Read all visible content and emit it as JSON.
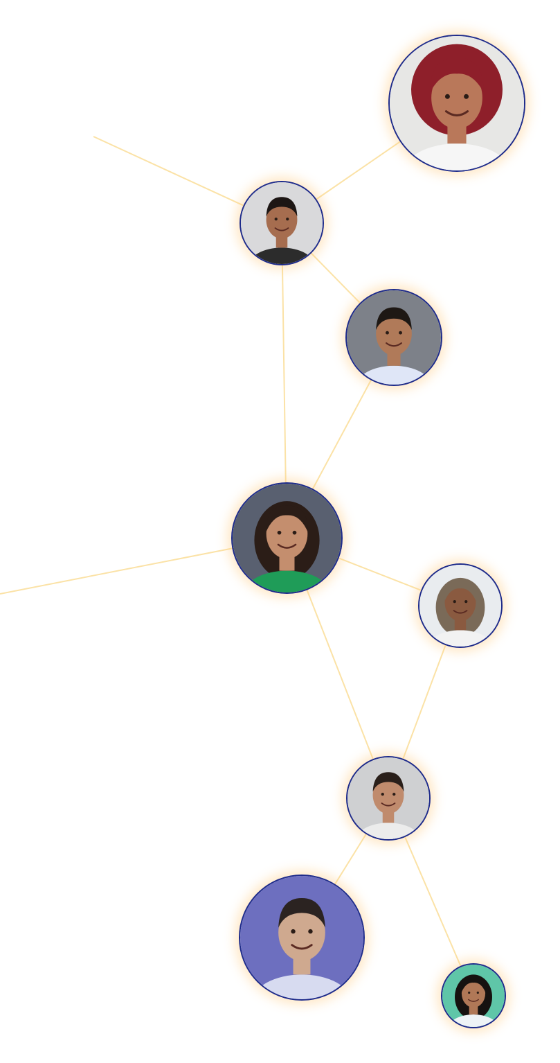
{
  "colors": {
    "line": "#fbe2a6",
    "ring": "#1e2b8a",
    "glow": "#ffcd82"
  },
  "avatars": [
    {
      "id": "a1",
      "icon": "person-avatar-icon",
      "bg": "#e7e7e5",
      "skin": "#b9785a",
      "hair": "#8e1f2a",
      "shirt": "#f6f6f6",
      "hair_style": "curly"
    },
    {
      "id": "a2",
      "icon": "person-avatar-icon",
      "bg": "#d9d9db",
      "skin": "#a66d4f",
      "hair": "#1d1614",
      "shirt": "#2c2c2c",
      "hair_style": "short"
    },
    {
      "id": "a3",
      "icon": "person-avatar-icon",
      "bg": "#7d8189",
      "skin": "#b07a59",
      "hair": "#1e1814",
      "shirt": "#dfe6f7",
      "hair_style": "short"
    },
    {
      "id": "a4",
      "icon": "person-avatar-icon",
      "bg": "#596070",
      "skin": "#c48e6e",
      "hair": "#2b1d17",
      "shirt": "#1f9c58",
      "hair_style": "wavy"
    },
    {
      "id": "a5",
      "icon": "person-avatar-icon",
      "bg": "#e9ecef",
      "skin": "#8a5a40",
      "hair": "#7a6a58",
      "shirt": "#f2f2f2",
      "hair_style": "braids"
    },
    {
      "id": "a6",
      "icon": "person-avatar-icon",
      "bg": "#cfd0d2",
      "skin": "#c08b6d",
      "hair": "#2a1f1a",
      "shirt": "#ececec",
      "hair_style": "short"
    },
    {
      "id": "a7",
      "icon": "person-avatar-icon",
      "bg": "#6d6fbf",
      "skin": "#cfa98f",
      "hair": "#2b2321",
      "shirt": "#d7dbf0",
      "hair_style": "short"
    },
    {
      "id": "a8",
      "icon": "person-avatar-icon",
      "bg": "#5fc6a8",
      "skin": "#b07857",
      "hair": "#161210",
      "shirt": "#eef3f6",
      "hair_style": "long"
    }
  ]
}
